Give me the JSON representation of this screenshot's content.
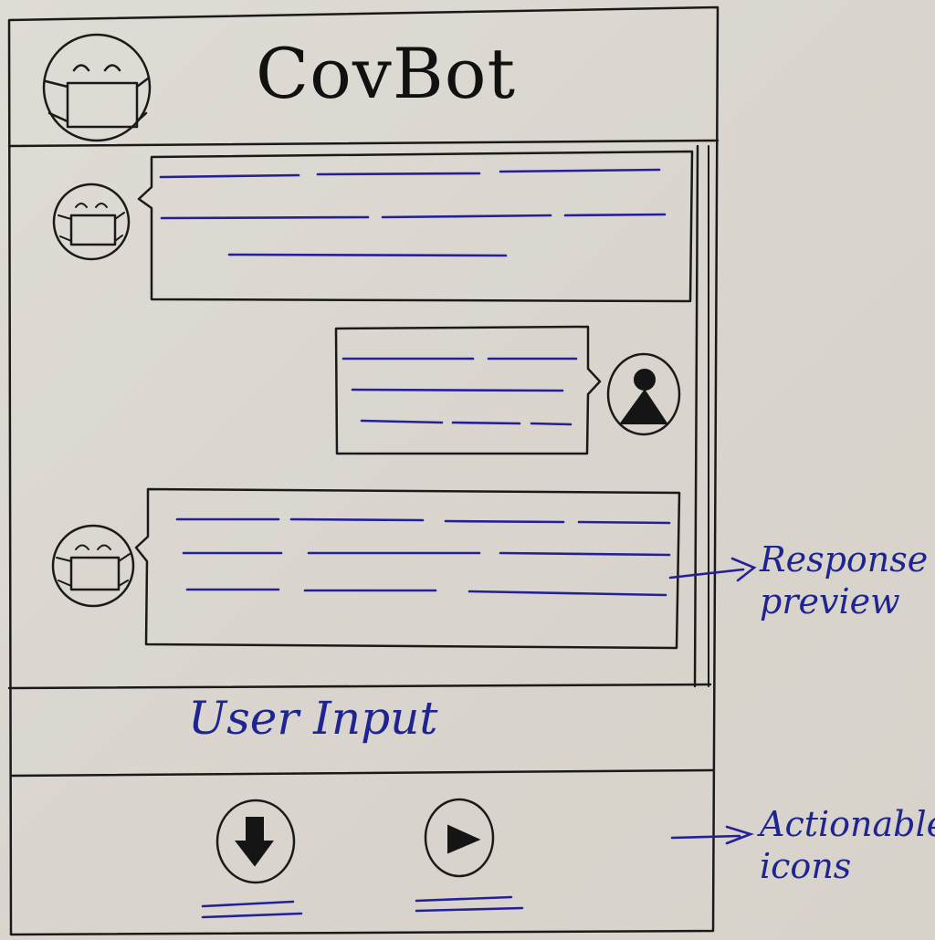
{
  "app": {
    "title": "CovBot"
  },
  "input": {
    "placeholder": "User Input"
  },
  "annotations": {
    "response_preview": "Response preview",
    "actionable_icons": "Actionable icons"
  },
  "messages": [
    {
      "sender": "bot"
    },
    {
      "sender": "user"
    },
    {
      "sender": "bot"
    }
  ],
  "icons": {
    "bot_avatar": "masked-face-icon",
    "user_avatar": "person-icon",
    "download": "download-arrow-icon",
    "play": "play-icon"
  },
  "colors": {
    "paper": "#dcd8d1",
    "ink": "#1a1a1a",
    "pen_blue": "#24209a"
  }
}
